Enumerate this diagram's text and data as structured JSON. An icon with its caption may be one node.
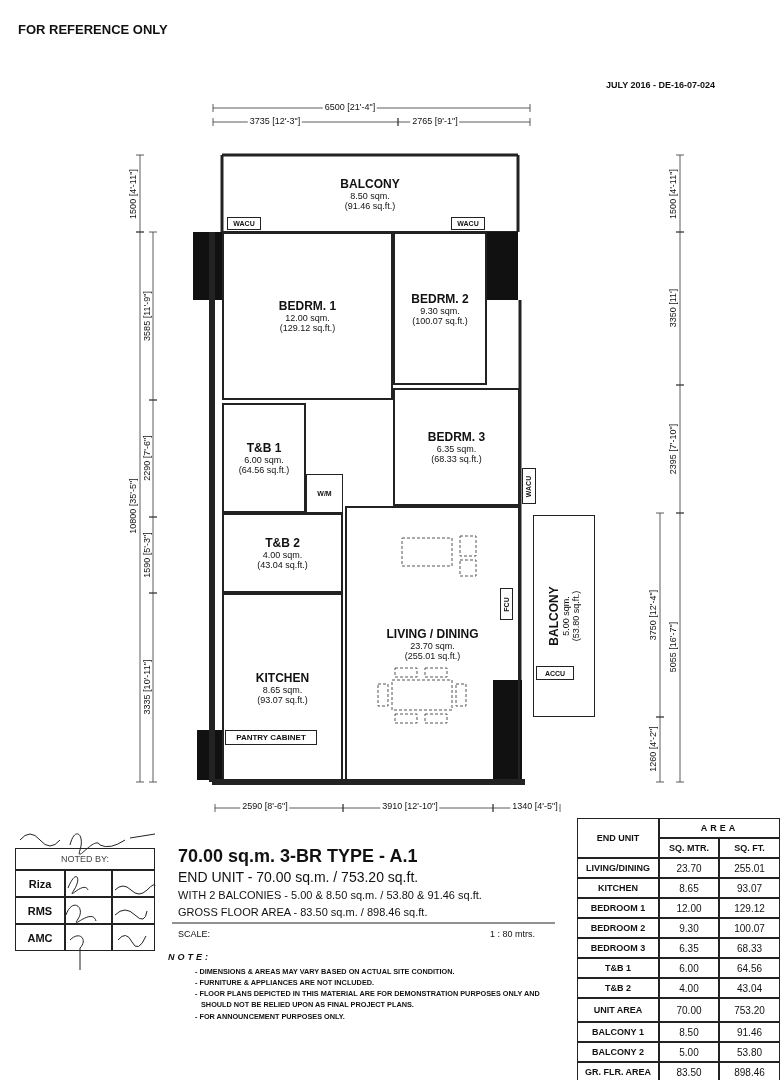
{
  "diagram": {
    "nodes": [
      {
        "text": [
          "BALCONY",
          "8.50 sqm.",
          "(91.46 sq.ft.)"
        ]
      },
      {
        "text": [
          "WACU"
        ],
        "in": 0
      },
      {
        "text": [
          "WACU"
        ],
        "in": 0
      },
      {
        "text": [
          "BEDRM. 1",
          "12.00 sqm.",
          "(129.12 sq.ft.)"
        ]
      },
      {
        "text": [
          "BEDRM. 2",
          "9.30 sqm.",
          "(100.07 sq.ft.)"
        ]
      },
      {
        "text": [
          "T&B 1",
          "6.00 sqm.",
          "(64.56 sq.ft.)"
        ]
      },
      {
        "text": [
          "W/M"
        ]
      },
      {
        "text": [
          "BEDRM. 3",
          "6.35 sqm.",
          "(68.33 sq.ft.)"
        ]
      },
      {
        "text": [
          "WACU"
        ]
      },
      {
        "text": [
          "T&B 2",
          "4.00 sqm.",
          "(43.04 sq.ft.)"
        ]
      },
      {
        "text": [
          "LIVING / DINING",
          "23.70 sqm.",
          "(255.01 sq.ft.)"
        ]
      },
      {
        "text": [
          "FCU"
        ],
        "in": 10
      },
      {
        "text": [
          "BALCONY",
          "5.00 sqm.",
          "(53.80 sq.ft.)"
        ]
      },
      {
        "text": [
          "ACCU"
        ],
        "in": 12
      },
      {
        "text": [
          "KITCHEN",
          "8.65 sqm.",
          "(93.07 sq.ft.)"
        ]
      },
      {
        "text": [
          "PANTRY CABINET"
        ],
        "in": 14
      }
    ],
    "edges": [],
    "labels": [
      "FOR REFERENCE ONLY",
      "JULY 2016 - DE-16-07-024",
      "6500 [21'-4\"]",
      "3735 [12'-3\"]",
      "2765 [9'-1\"]",
      "1500 [4'-11\"]",
      "3585 [11'-9\"]",
      "2290 [7'-6\"]",
      "10800 [35'-5\"]",
      "1590 [5'-3\"]",
      "3335 [10'-11\"]",
      "1500 [4'-11\"]",
      "3350 [11']",
      "2395 [7'-10\"]",
      "3750 [12'-4\"]",
      "5055 [16'-7\"]",
      "1260 [4'-2\"]",
      "2590 [8'-6\"]",
      "3910 [12'-10\"]",
      "1340 [4'-5\"]",
      "NOTED BY:",
      "Riza",
      "RMS",
      "AMC",
      "70.00 sq.m. 3-BR TYPE - A.1",
      "END UNIT - 70.00 sq.m. / 753.20 sq.ft.",
      "WITH 2 BALCONIES - 5.00 & 8.50 sq.m. / 53.80 & 91.46 sq.ft.",
      "GROSS FLOOR AREA - 83.50 sq.m. / 898.46 sq.ft.",
      "SCALE:",
      "1 : 80 mtrs.",
      "NOTE:",
      "- DIMENSIONS & AREAS MAY VARY BASED ON ACTUAL SITE CONDITION.",
      "- FURNITURE & APPLIANCES ARE NOT INCLUDED.",
      "- FLOOR PLANS DEPICTED IN THIS MATERIAL ARE FOR DEMONSTRATION PURPOSES ONLY AND SHOULD NOT BE RELIED UPON AS FINAL PROJECT PLANS.",
      "- FOR ANNOUNCEMENT PURPOSES ONLY.",
      "END UNIT",
      "AREA",
      "SQ. MTR.",
      "SQ. FT.",
      "LIVING/DINING",
      "23.70",
      "255.01",
      "KITCHEN",
      "8.65",
      "93.07",
      "BEDROOM 1",
      "12.00",
      "129.12",
      "BEDROOM 2",
      "9.30",
      "100.07",
      "BEDROOM 3",
      "6.35",
      "68.33",
      "T&B 1",
      "6.00",
      "64.56",
      "T&B 2",
      "4.00",
      "43.04",
      "UNIT AREA",
      "70.00",
      "753.20",
      "BALCONY 1",
      "8.50",
      "91.46",
      "BALCONY 2",
      "5.00",
      "53.80",
      "GR. FLR. AREA",
      "83.50",
      "898.46"
    ]
  }
}
